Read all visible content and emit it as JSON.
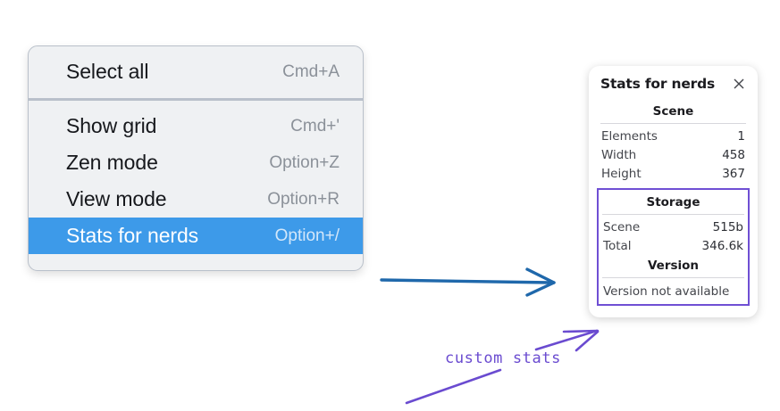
{
  "menu": {
    "groups": [
      {
        "items": [
          {
            "label": "Select all",
            "shortcut": "Cmd+A",
            "selected": false
          }
        ]
      },
      {
        "items": [
          {
            "label": "Show grid",
            "shortcut": "Cmd+'",
            "selected": false
          },
          {
            "label": "Zen mode",
            "shortcut": "Option+Z",
            "selected": false
          },
          {
            "label": "View mode",
            "shortcut": "Option+R",
            "selected": false
          },
          {
            "label": "Stats for nerds",
            "shortcut": "Option+/",
            "selected": true
          }
        ]
      }
    ],
    "selected_bg": "#3d9ae9"
  },
  "stats_panel": {
    "title": "Stats for nerds",
    "close_icon": "close-icon",
    "sections": [
      {
        "heading": "Scene",
        "rows": [
          {
            "label": "Elements",
            "value": "1"
          },
          {
            "label": "Width",
            "value": "458"
          },
          {
            "label": "Height",
            "value": "367"
          }
        ]
      },
      {
        "heading": "Storage",
        "rows": [
          {
            "label": "Scene",
            "value": "515b"
          },
          {
            "label": "Total",
            "value": "346.6k"
          }
        ]
      },
      {
        "heading": "Version",
        "note": "Version not available"
      }
    ],
    "highlight_color": "#6f4fd4"
  },
  "annotations": {
    "label": "custom stats",
    "arrow_blue_color": "#1f68ab",
    "arrow_purple_color": "#6a4bd0"
  }
}
